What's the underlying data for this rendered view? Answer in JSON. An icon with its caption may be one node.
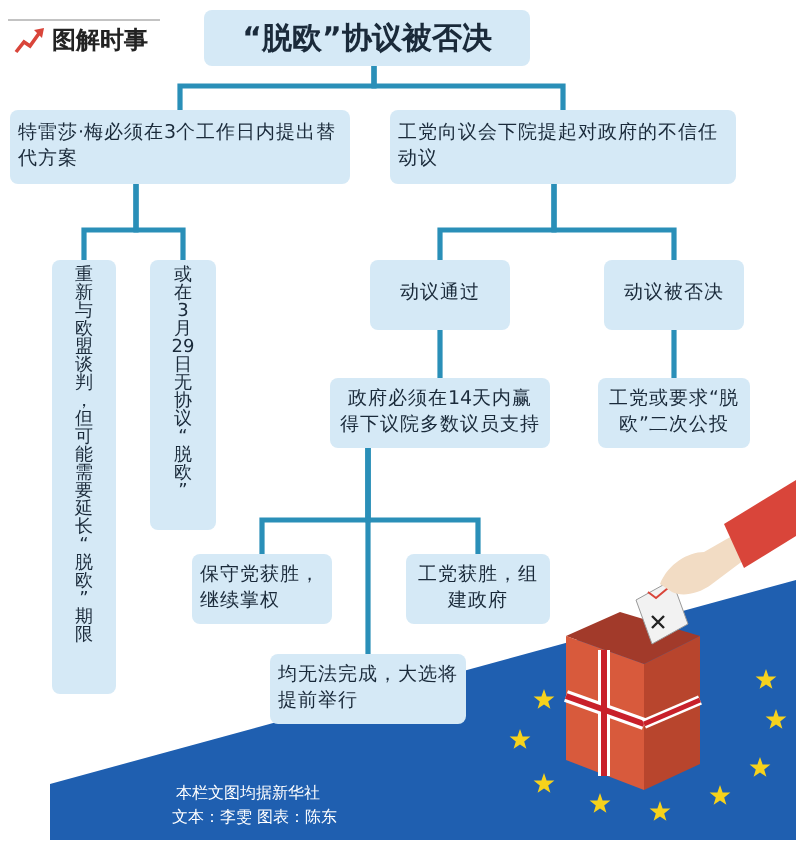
{
  "diagram": {
    "nodes": [
      {
        "text": [
          "“脱欧”协议被否决"
        ]
      },
      {
        "text": [
          "特雷莎·梅必须在3个工作日内提出替代方案"
        ]
      },
      {
        "text": [
          "工党向议会下院提起对政府的不信任动议"
        ]
      },
      {
        "text": [
          "重新与欧盟谈判，但可能需要延长“脱欧”期限"
        ]
      },
      {
        "text": [
          "或在3月29日无协议“脱欧”"
        ]
      },
      {
        "text": [
          "动议通过"
        ]
      },
      {
        "text": [
          "动议被否决"
        ]
      },
      {
        "text": [
          "政府必须在14天内赢得下议院多数议员支持"
        ]
      },
      {
        "text": [
          "工党或要求“脱欧”二次公投"
        ]
      },
      {
        "text": [
          "保守党获胜，继续掌权"
        ]
      },
      {
        "text": [
          "工党获胜，组建政府"
        ]
      },
      {
        "text": [
          "均无法完成，大选将提前举行"
        ]
      }
    ],
    "edges": [
      {
        "from": 0,
        "to": 1,
        "arrow": "none"
      },
      {
        "from": 0,
        "to": 2,
        "arrow": "none"
      },
      {
        "from": 1,
        "to": 3,
        "arrow": "none"
      },
      {
        "from": 1,
        "to": 4,
        "arrow": "none"
      },
      {
        "from": 2,
        "to": 5,
        "arrow": "none"
      },
      {
        "from": 2,
        "to": 6,
        "arrow": "none"
      },
      {
        "from": 5,
        "to": 7,
        "arrow": "none"
      },
      {
        "from": 6,
        "to": 8,
        "arrow": "none"
      },
      {
        "from": 7,
        "to": 9,
        "arrow": "none"
      },
      {
        "from": 7,
        "to": 10,
        "arrow": "none"
      },
      {
        "from": 7,
        "to": 11,
        "arrow": "none"
      }
    ],
    "labels": [
      "图解时事",
      "本栏文图均据新华社",
      "文本：李雯 图表：陈东"
    ]
  }
}
